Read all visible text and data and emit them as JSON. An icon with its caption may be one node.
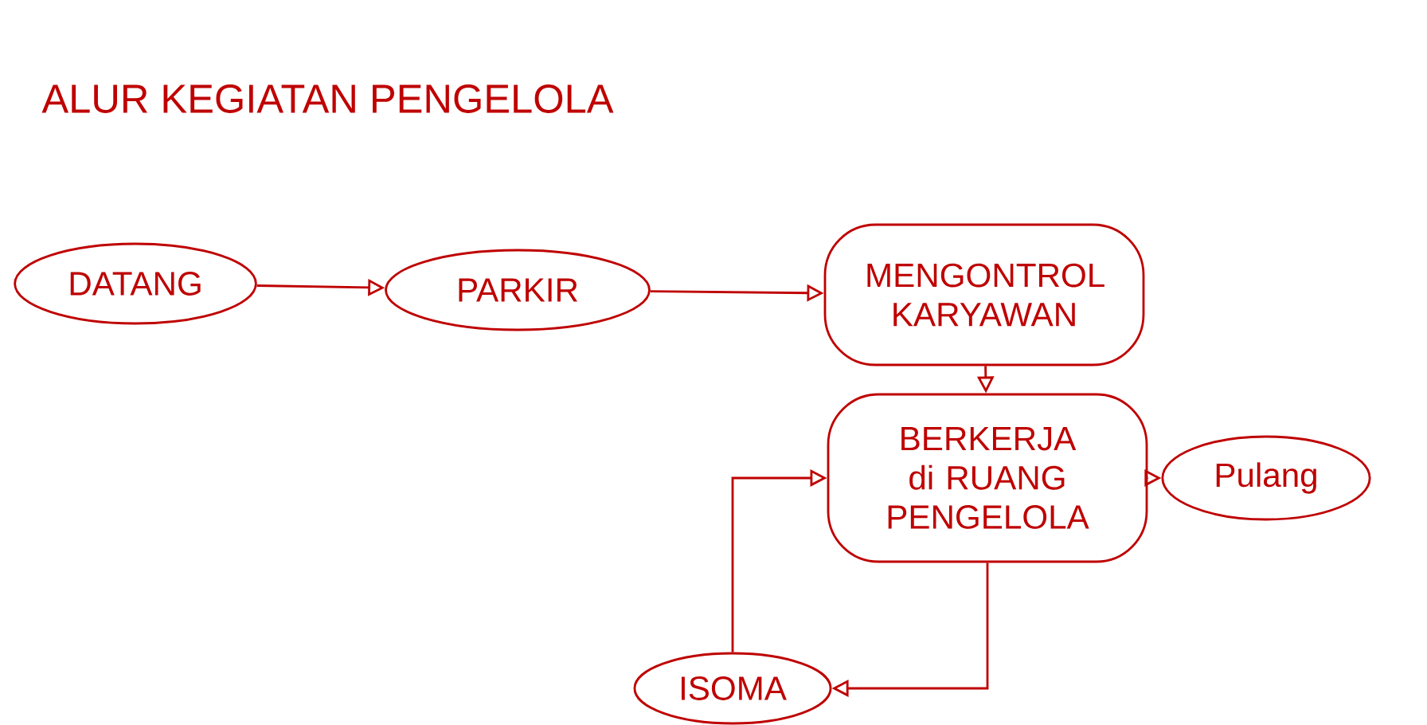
{
  "diagram": {
    "title": "ALUR KEGIATAN PENGELOLA",
    "nodes": [
      {
        "text": [
          "DATANG"
        ]
      },
      {
        "text": [
          "PARKIR"
        ]
      },
      {
        "text": [
          "MENGONTROL KARYAWAN"
        ]
      },
      {
        "text": [
          "BERKERJA di RUANG PENGELOLA"
        ]
      },
      {
        "text": [
          "Pulang"
        ]
      },
      {
        "text": [
          "ISOMA"
        ]
      }
    ],
    "edges": [
      {
        "from": 0,
        "to": 1,
        "arrow": "to"
      },
      {
        "from": 1,
        "to": 2,
        "arrow": "to"
      },
      {
        "from": 2,
        "to": 3,
        "arrow": "to"
      },
      {
        "from": 3,
        "to": 4,
        "arrow": "to"
      },
      {
        "from": 5,
        "to": 3,
        "arrow": "to"
      },
      {
        "from": 3,
        "to": 5,
        "arrow": "to"
      }
    ]
  }
}
